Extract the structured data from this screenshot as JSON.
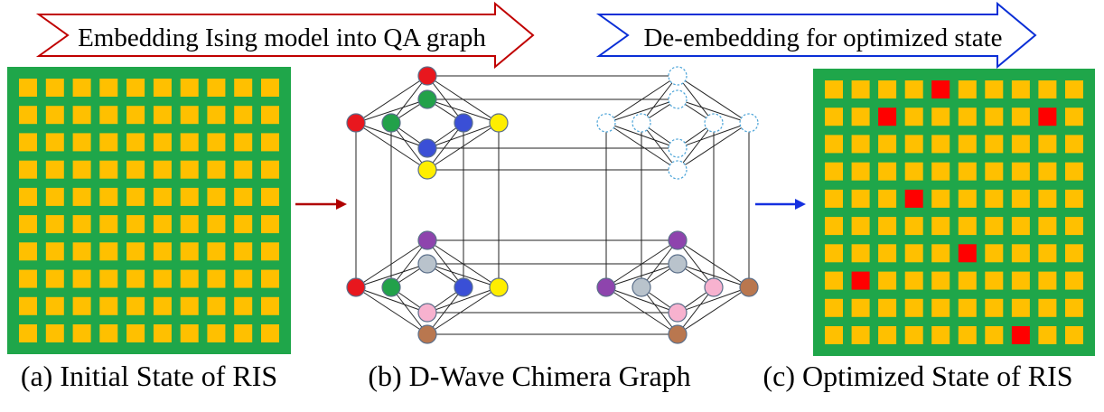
{
  "banners": {
    "embed": {
      "label": "Embedding Ising model into QA graph",
      "color": "#c00000"
    },
    "deembed": {
      "label": "De-embedding for optimized state",
      "color": "#0a2fd6"
    }
  },
  "panels": {
    "initial": {
      "caption": "(a) Initial State of RIS",
      "rows": 10,
      "cols": 10,
      "background_color": "#1fa64a",
      "cell_color": "#ffc000",
      "active_cells": []
    },
    "chimera": {
      "caption": "(b) D-Wave Chimera Graph",
      "node_colors": {
        "red": "#e8171e",
        "green": "#22a14a",
        "blue": "#3a4fd6",
        "yellow": "#ffee00",
        "purple": "#8e44ad",
        "gray": "#b9c3cc",
        "pink": "#f7b2cf",
        "brown": "#b9774f",
        "empty": "#ffffff"
      },
      "units": [
        {
          "id": "top-left",
          "vertical": [
            "red",
            "green",
            "blue",
            "yellow"
          ],
          "horizontal": [
            "red",
            "green",
            "blue",
            "yellow"
          ]
        },
        {
          "id": "top-right",
          "vertical": [
            "empty",
            "empty",
            "empty",
            "empty"
          ],
          "horizontal": [
            "empty",
            "empty",
            "empty",
            "empty"
          ]
        },
        {
          "id": "bottom-left",
          "vertical": [
            "purple",
            "gray",
            "pink",
            "brown"
          ],
          "horizontal": [
            "red",
            "green",
            "blue",
            "yellow"
          ]
        },
        {
          "id": "bottom-right",
          "vertical": [
            "purple",
            "gray",
            "pink",
            "brown"
          ],
          "horizontal": [
            "purple",
            "gray",
            "pink",
            "brown"
          ]
        }
      ]
    },
    "optimized": {
      "caption": "(c) Optimized State of RIS",
      "rows": 10,
      "cols": 10,
      "background_color": "#1fa64a",
      "cell_color": "#ffc000",
      "active_color": "#ff0000",
      "active_cells": [
        [
          0,
          4
        ],
        [
          1,
          2
        ],
        [
          1,
          8
        ],
        [
          4,
          3
        ],
        [
          6,
          5
        ],
        [
          7,
          1
        ],
        [
          9,
          7
        ]
      ]
    }
  },
  "arrows": {
    "left_color": "#b00000",
    "right_color": "#1530e0"
  }
}
